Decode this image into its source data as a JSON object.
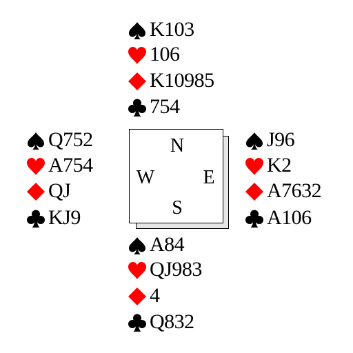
{
  "north": {
    "spades": "K103",
    "hearts": "106",
    "diamonds": "K10985",
    "clubs": "754"
  },
  "west": {
    "spades": "Q752",
    "hearts": "A754",
    "diamonds": "QJ",
    "clubs": "KJ9"
  },
  "east": {
    "spades": "J96",
    "hearts": "K2",
    "diamonds": "A7632",
    "clubs": "A106"
  },
  "south": {
    "spades": "A84",
    "hearts": "QJ983",
    "diamonds": "4",
    "clubs": "Q832"
  },
  "compass": {
    "n": "N",
    "e": "E",
    "s": "S",
    "w": "W"
  },
  "colors": {
    "black_suit": "#000000",
    "red_suit": "#ff0000",
    "shadow": "#e6e6e6"
  },
  "icons": {
    "spades": "spade-icon",
    "hearts": "heart-icon",
    "diamonds": "diamond-icon",
    "clubs": "club-icon"
  }
}
